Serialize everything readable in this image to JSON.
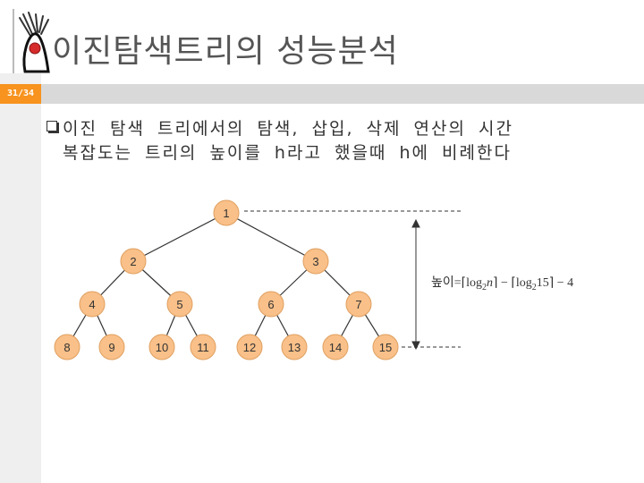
{
  "title": "이진탐색트리의 성능분석",
  "page_number": "31/34",
  "body_text_line1": "이진 탐색 트리에서의 탐색, 삽입, 삭제 연산의 시간",
  "body_text_line2": "복잡도는 트리의 높이를 h라고 했을때 h에 비례한다",
  "tree": {
    "nodes": [
      "1",
      "2",
      "3",
      "4",
      "5",
      "6",
      "7",
      "8",
      "9",
      "10",
      "11",
      "12",
      "13",
      "14",
      "15"
    ],
    "height_label": "높이",
    "formula": {
      "log": "log",
      "base": "2",
      "n": "n",
      "fifteen": "15",
      "minus": "−",
      "four": "4",
      "eq": "="
    }
  },
  "colors": {
    "accent": "#f7931e",
    "node_fill": "#f9c089",
    "node_stroke": "#e0a060"
  }
}
